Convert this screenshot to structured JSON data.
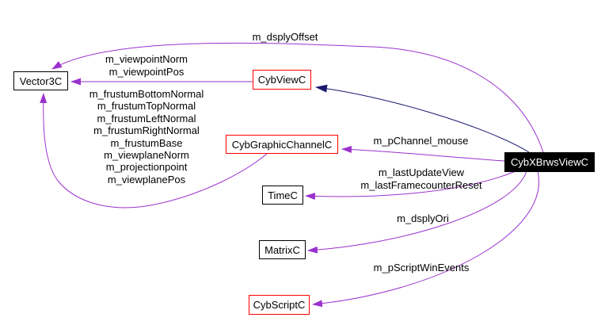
{
  "diagram": {
    "kind": "doxygen-collaboration-graph",
    "colors": {
      "usage_edge": "#9a32cd",
      "inheritance_edge": "#191970",
      "red_node_border": "#ff0000",
      "black_node_border": "#000000",
      "current_node_bg": "#000000",
      "current_node_text": "#ffffff",
      "background": "#ffffff"
    }
  },
  "nodes": {
    "vector3c": {
      "label": "Vector3C"
    },
    "cybviewc": {
      "label": "CybViewC"
    },
    "cybgraphicchannelc": {
      "label": "CybGraphicChannelC"
    },
    "timec": {
      "label": "TimeC"
    },
    "cybxbrwsviewc": {
      "label": "CybXBrwsViewC"
    },
    "matrixc": {
      "label": "MatrixC"
    },
    "cybscriptc": {
      "label": "CybScriptC"
    }
  },
  "edges": {
    "dsply_offset": {
      "from": "CybXBrwsViewC",
      "to": "Vector3C",
      "labels": [
        "m_dsplyOffset"
      ]
    },
    "viewpoint": {
      "from": "CybViewC",
      "to": "Vector3C",
      "labels": [
        "m_viewpointNorm",
        "m_viewpointPos"
      ]
    },
    "frustum": {
      "from": "CybGraphicChannelC",
      "to": "Vector3C",
      "labels": [
        "m_frustumBottomNormal",
        "m_frustumTopNormal",
        "m_frustumLeftNormal",
        "m_frustumRightNormal",
        "m_frustumBase",
        "m_viewplaneNorm",
        "m_projectionpoint",
        "m_viewplanePos"
      ]
    },
    "inheritance": {
      "from": "CybXBrwsViewC",
      "to": "CybViewC",
      "labels": []
    },
    "channel_mouse": {
      "from": "CybXBrwsViewC",
      "to": "CybGraphicChannelC",
      "labels": [
        "m_pChannel_mouse"
      ]
    },
    "time": {
      "from": "CybXBrwsViewC",
      "to": "TimeC",
      "labels": [
        "m_lastUpdateView",
        "m_lastFramecounterReset"
      ]
    },
    "dsply_ori": {
      "from": "CybXBrwsViewC",
      "to": "MatrixC",
      "labels": [
        "m_dsplyOri"
      ]
    },
    "script": {
      "from": "CybXBrwsViewC",
      "to": "CybScriptC",
      "labels": [
        "m_pScriptWinEvents"
      ]
    }
  }
}
